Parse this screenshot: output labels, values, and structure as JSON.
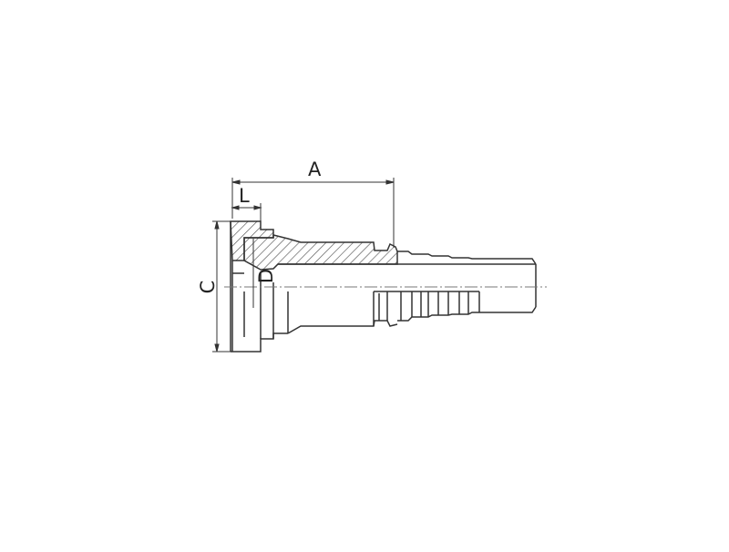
{
  "diagram": {
    "labels": {
      "length": "A",
      "flange_thickness": "L",
      "flange_diameter": "C",
      "bore_diameter": "D"
    },
    "colors": {
      "line": "#333333",
      "hatch": "#555555",
      "centerline": "#777777",
      "background": "#ffffff"
    }
  }
}
